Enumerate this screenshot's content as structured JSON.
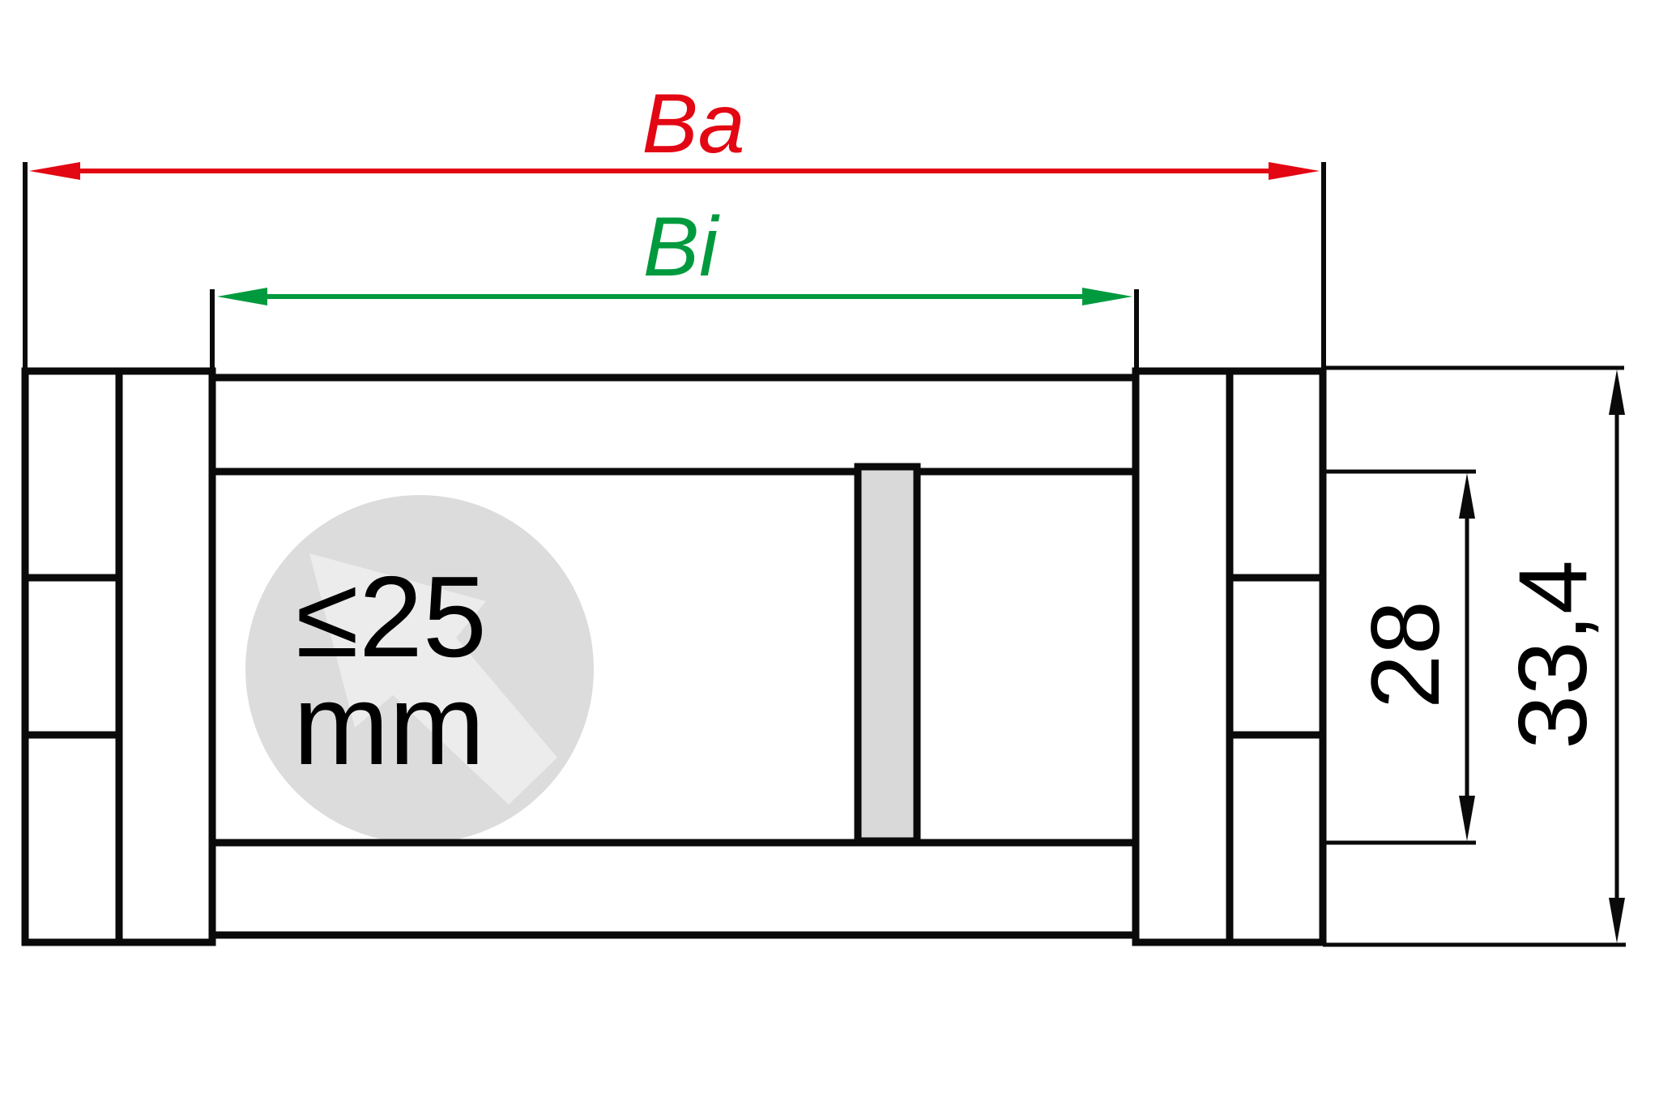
{
  "diagram": {
    "type": "cable-carrier cross-section",
    "colors": {
      "outline": "#0a0a0a",
      "outer_width_dim": "#e30613",
      "inner_width_dim": "#009a3e",
      "separator_fill": "#d9d9d9",
      "badge_fill": "#dcdcdc",
      "badge_arrow_fill": "#ececec"
    },
    "dimensions": {
      "outer_width": {
        "label": "Ba"
      },
      "inner_width": {
        "label": "Bi"
      },
      "inner_height": {
        "label": "28"
      },
      "outer_height": {
        "label": "33,4"
      }
    },
    "badge": {
      "line1": "≤25",
      "line2": "mm",
      "icon": "arrow-icon"
    }
  }
}
